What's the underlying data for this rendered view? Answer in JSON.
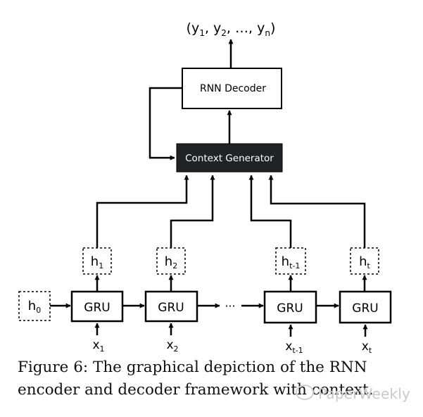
{
  "diagram": {
    "output": {
      "open": "(y",
      "y1_sub": "1",
      "sep1": ", y",
      "y2_sub": "2",
      "sep2": ", …, y",
      "yn_sub": "n",
      "close": ")"
    },
    "decoder_label": "RNN Decoder",
    "context_label": "Context Generator",
    "h0": {
      "base": "h",
      "sub": "0"
    },
    "hidden": [
      {
        "base": "h",
        "sub": "1"
      },
      {
        "base": "h",
        "sub": "2"
      },
      {
        "base": "h",
        "sub": "t-1"
      },
      {
        "base": "h",
        "sub": "t"
      }
    ],
    "gru_label": "GRU",
    "ellipsis": "···",
    "inputs": [
      {
        "base": "x",
        "sub": "1"
      },
      {
        "base": "x",
        "sub": "2"
      },
      {
        "base": "x",
        "sub": "t-1"
      },
      {
        "base": "x",
        "sub": "t"
      }
    ]
  },
  "caption": "Figure 6: The graphical depiction of the RNN encoder and decoder framework with context.",
  "watermark": "PaperWeekly"
}
